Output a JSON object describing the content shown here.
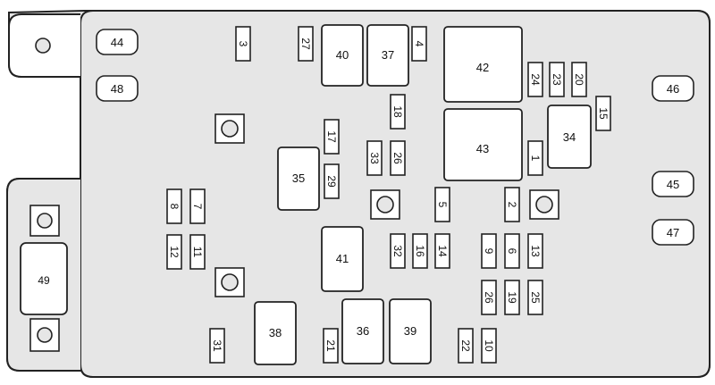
{
  "title": "Underhood Fuse Block",
  "colors": {
    "background": "#e6e6e6",
    "outline": "#222222",
    "component": "#ffffff"
  },
  "components": {
    "relay_40": "40",
    "relay_37": "37",
    "relay_42": "42",
    "relay_43": "43",
    "relay_34": "34",
    "relay_35": "35",
    "relay_41": "41",
    "relay_38": "38",
    "relay_36": "36",
    "relay_39": "39",
    "fuse_1": "1",
    "fuse_2": "2",
    "fuse_3": "3",
    "fuse_4": "4",
    "fuse_5": "5",
    "fuse_6": "6",
    "fuse_7": "7",
    "fuse_8": "8",
    "fuse_9": "9",
    "fuse_10": "10",
    "fuse_11": "11",
    "fuse_12": "12",
    "fuse_13": "13",
    "fuse_14": "14",
    "fuse_15": "15",
    "fuse_16": "16",
    "fuse_17": "17",
    "fuse_18": "18",
    "fuse_19": "19",
    "fuse_20": "20",
    "fuse_21": "21",
    "fuse_22": "22",
    "fuse_23": "23",
    "fuse_24": "24",
    "fuse_25": "25",
    "fuse_26a": "26",
    "fuse_26b": "26",
    "fuse_27": "27",
    "fuse_29": "29",
    "fuse_31": "31",
    "fuse_32": "32",
    "fuse_33": "33",
    "maxi_44": "44",
    "maxi_48": "48",
    "maxi_46": "46",
    "maxi_45": "45",
    "maxi_47": "47",
    "mega_49": "49"
  }
}
